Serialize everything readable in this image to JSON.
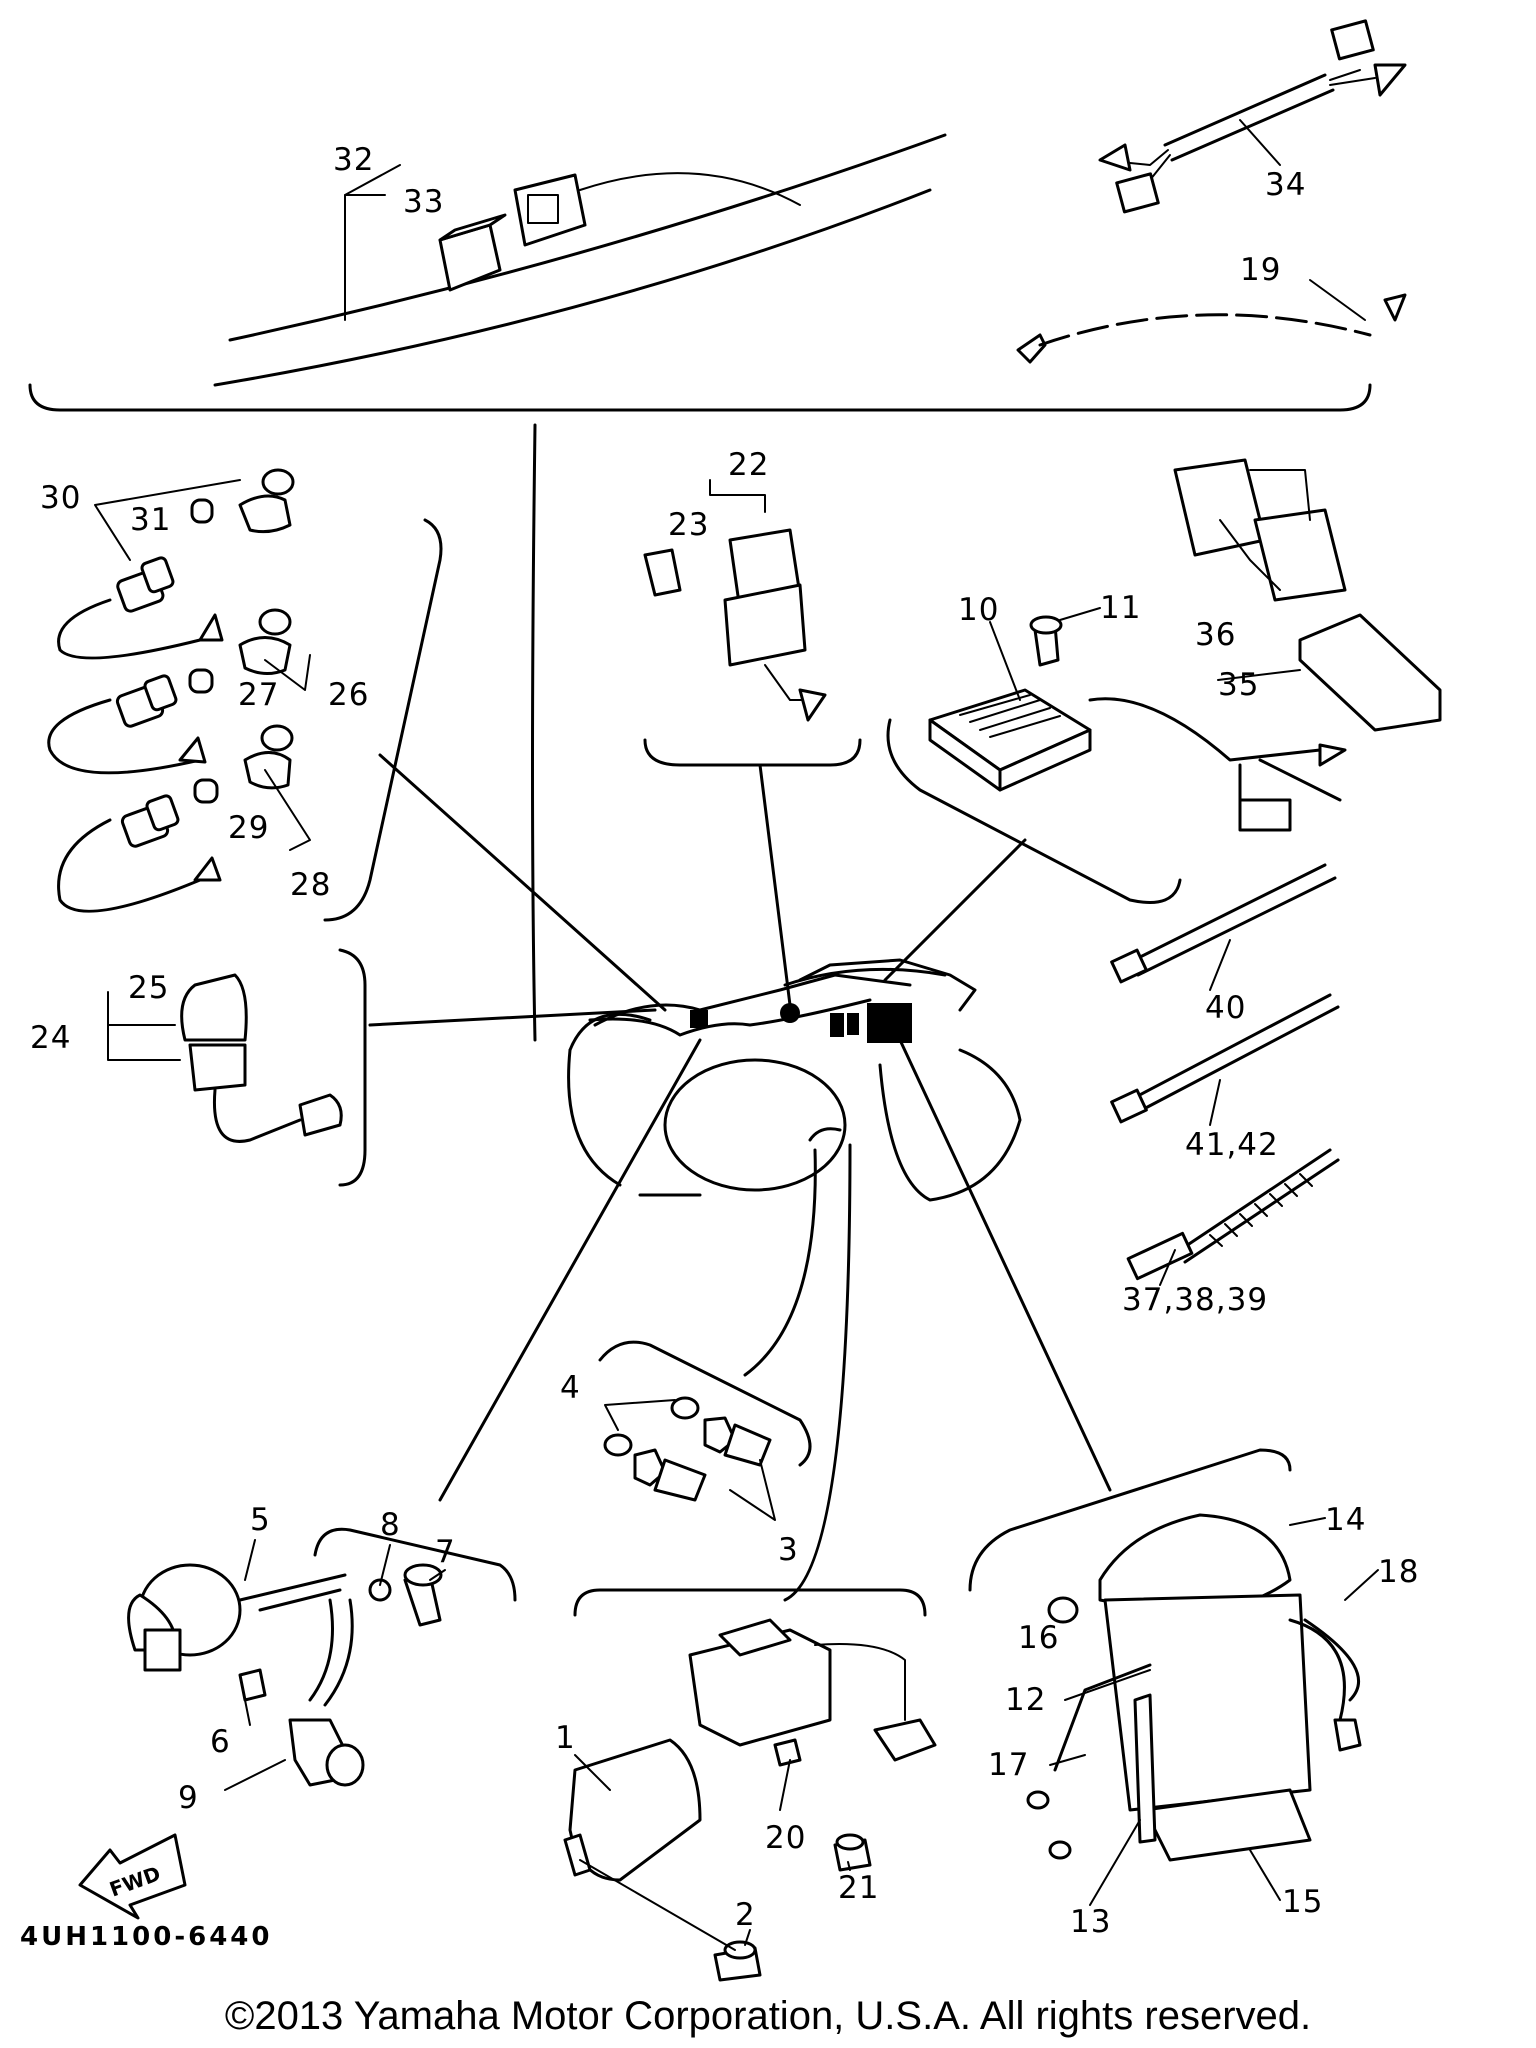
{
  "diagram_code": "4UH1100-6440",
  "fwd_label": "FWD",
  "copyright": "©2013 Yamaha Motor Corporation, U.S.A. All rights reserved.",
  "callouts": {
    "c1": "1",
    "c2": "2",
    "c3": "3",
    "c4": "4",
    "c5": "5",
    "c6": "6",
    "c7": "7",
    "c8": "8",
    "c9": "9",
    "c10": "10",
    "c11": "11",
    "c12": "12",
    "c13": "13",
    "c14": "14",
    "c15": "15",
    "c16": "16",
    "c17": "17",
    "c18": "18",
    "c19": "19",
    "c20": "20",
    "c21": "21",
    "c22": "22",
    "c23": "23",
    "c24": "24",
    "c25": "25",
    "c26": "26",
    "c27": "27",
    "c28": "28",
    "c29": "29",
    "c30": "30",
    "c31": "31",
    "c32": "32",
    "c33": "33",
    "c34": "34",
    "c35": "35",
    "c36": "36",
    "c37_39": "37,38,39",
    "c40": "40",
    "c41_42": "41,42"
  }
}
